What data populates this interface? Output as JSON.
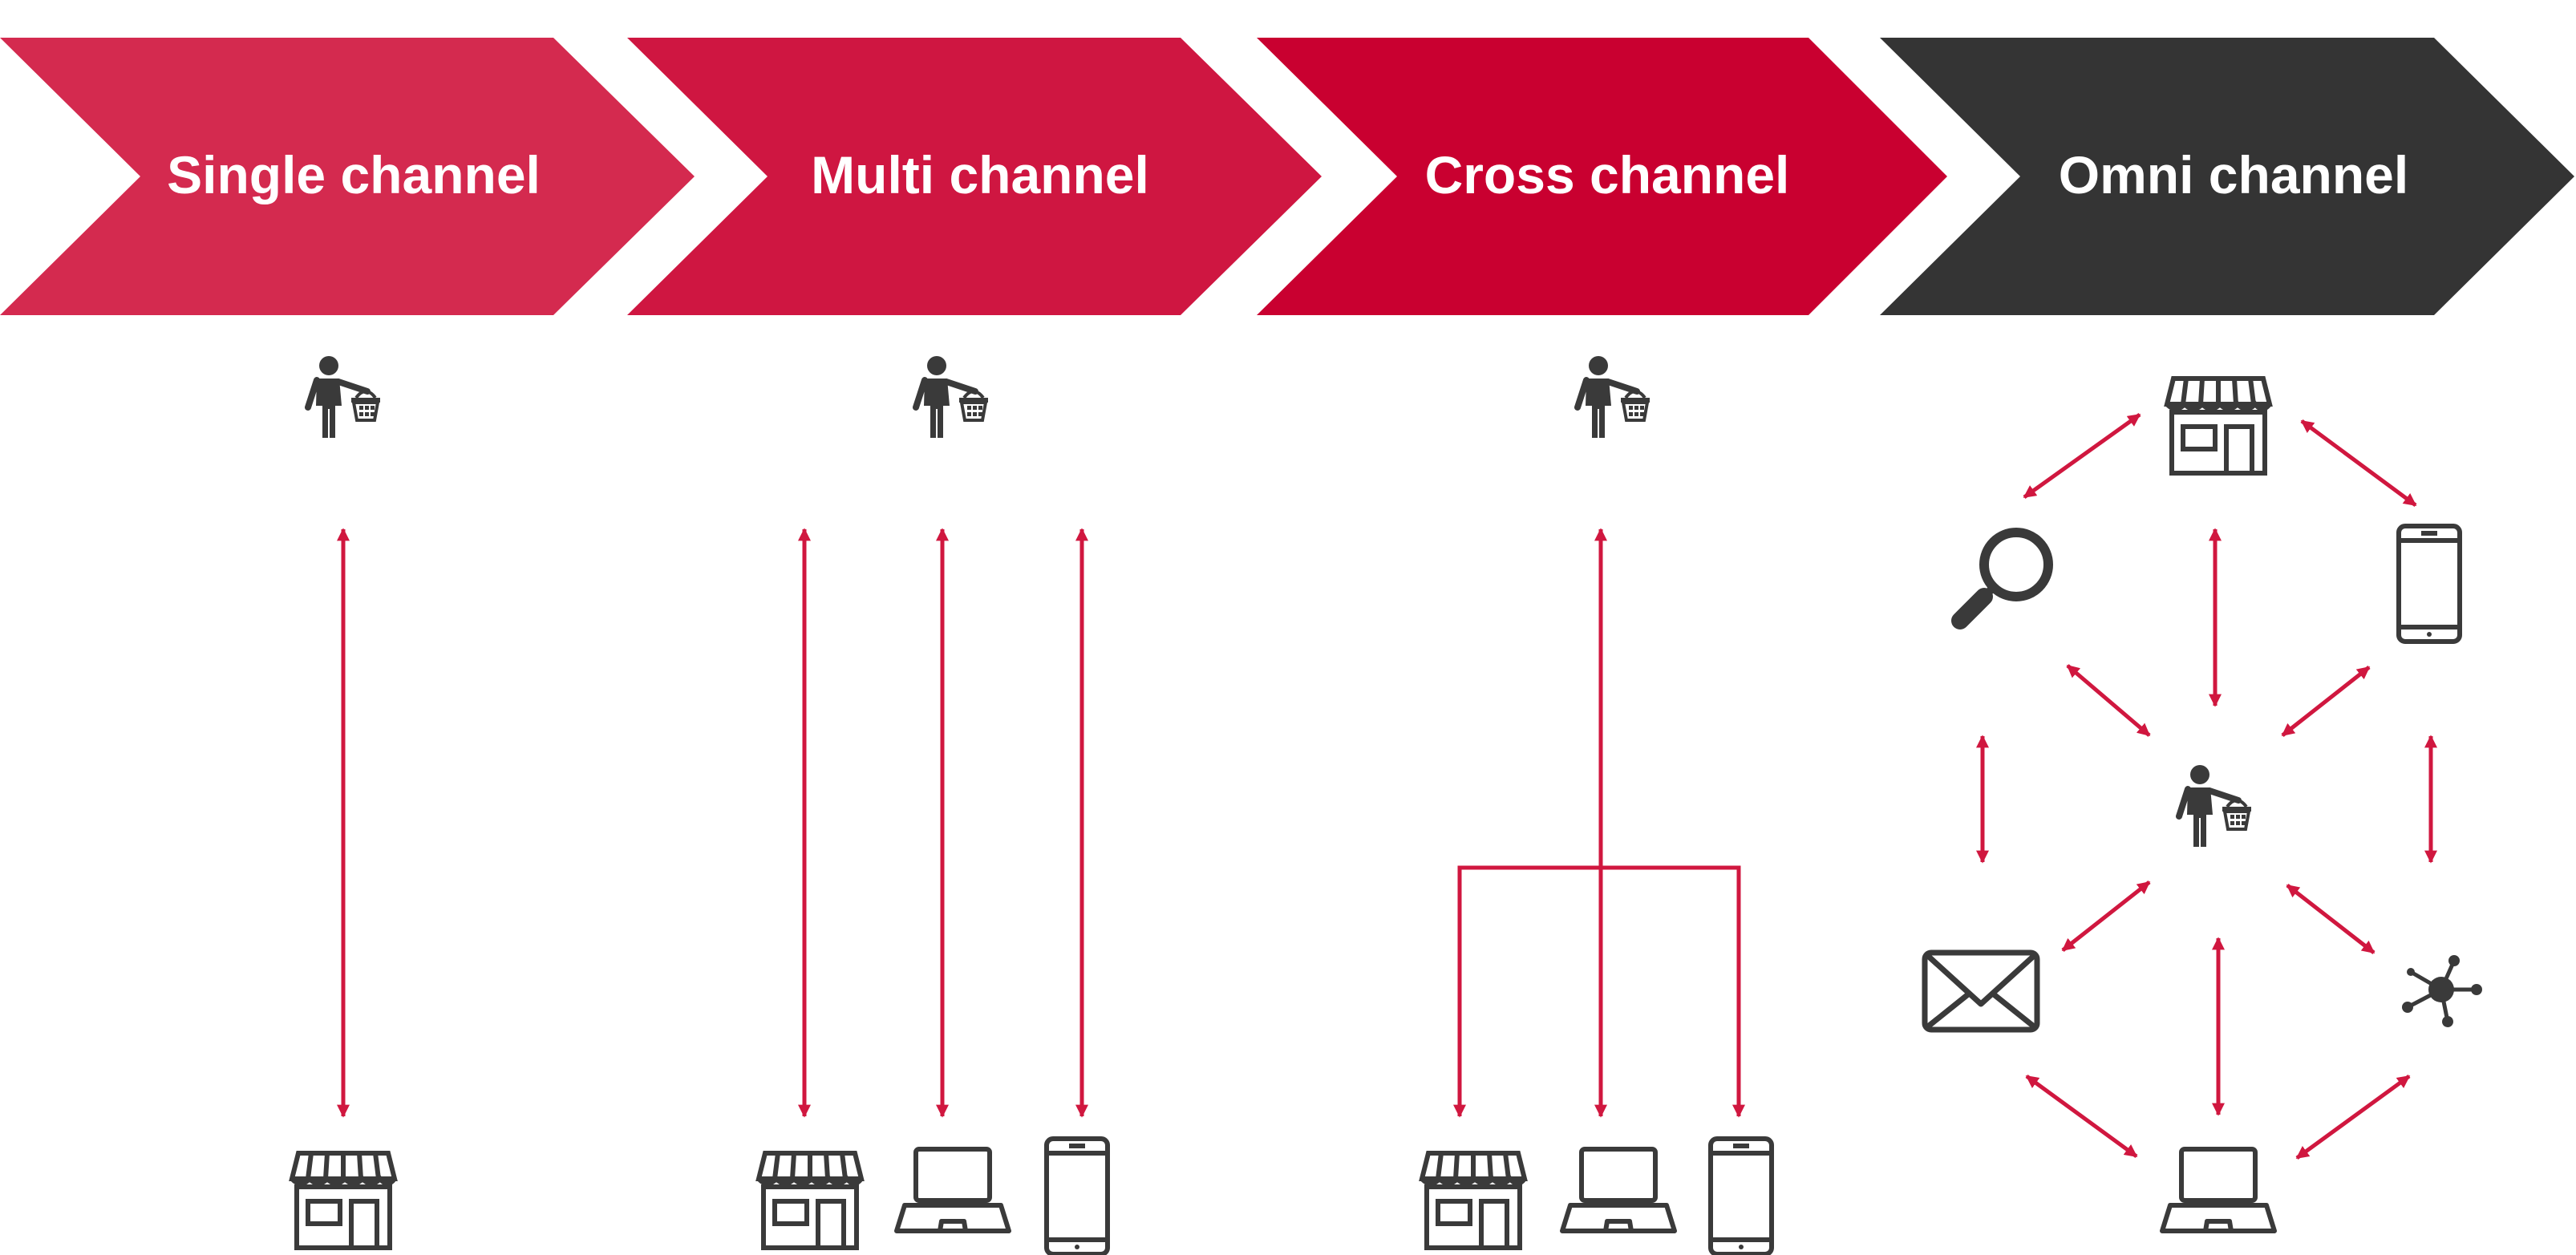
{
  "stages": [
    {
      "label": "Single channel",
      "color": "#d42a4f"
    },
    {
      "label": "Multi channel",
      "color": "#cf1641"
    },
    {
      "label": "Cross channel",
      "color": "#c90030"
    },
    {
      "label": "Omni channel",
      "color": "#343434"
    }
  ],
  "colors": {
    "arrow": "#d0173f",
    "icon": "#3a3a3a"
  },
  "icons": {
    "shopper": "shopper-with-basket-icon",
    "store": "store-icon",
    "laptop": "laptop-icon",
    "phone": "smartphone-icon",
    "search": "magnifier-icon",
    "email": "envelope-icon",
    "social": "network-icon"
  }
}
